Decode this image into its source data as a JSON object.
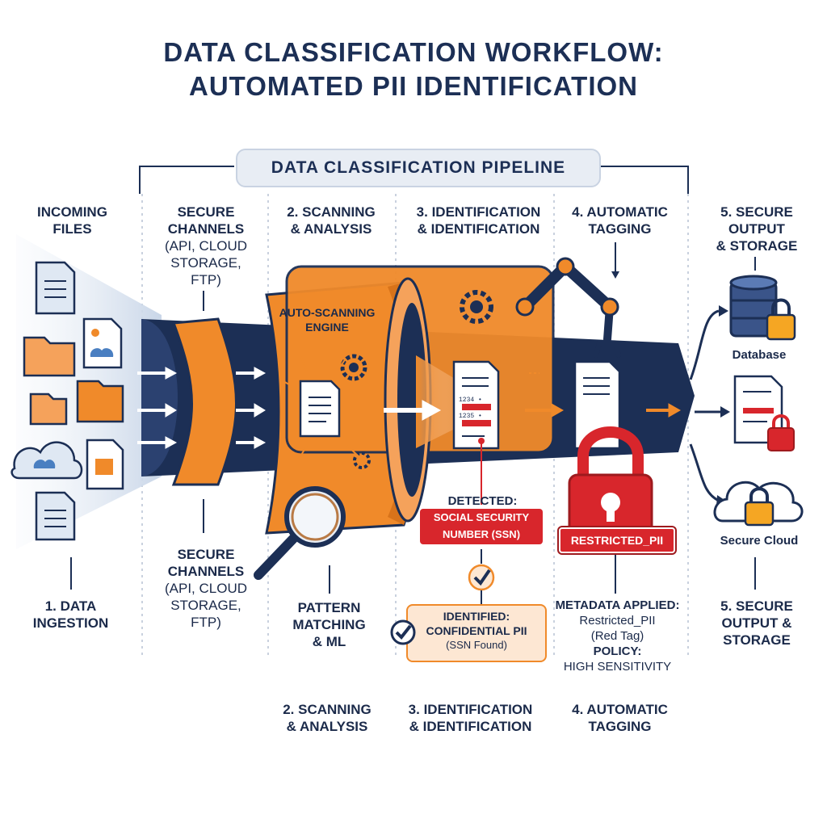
{
  "title": {
    "line1": "DATA CLASSIFICATION WORKFLOW:",
    "line2": "AUTOMATED PII IDENTIFICATION"
  },
  "pipeline_label": "DATA CLASSIFICATION PIPELINE",
  "top_labels": {
    "incoming": [
      "INCOMING",
      "FILES"
    ],
    "channels": [
      "SECURE",
      "CHANNELS"
    ],
    "channels_sub": [
      "(API, CLOUD",
      "STORAGE,",
      "FTP)"
    ],
    "scanning": [
      "2. SCANNING",
      "& ANALYSIS"
    ],
    "identification": [
      "3. IDENTIFICATION",
      "& IDENTIFICATION"
    ],
    "tagging": [
      "4. AUTOMATIC",
      "TAGGING"
    ],
    "output": [
      "5. SECURE",
      "OUTPUT",
      "& STORAGE"
    ]
  },
  "engine_label": [
    "AUTO-SCANNING",
    "ENGINE"
  ],
  "detected": {
    "heading": "DETECTED:",
    "value": [
      "SOCIAL SECURITY",
      "NUMBER (SSN)"
    ]
  },
  "identified": {
    "heading": "IDENTIFIED:",
    "value": "CONFIDENTIAL PII",
    "note": "(SSN Found)"
  },
  "restricted_tag": "RESTRICTED_PII",
  "metadata": {
    "heading": "METADATA APPLIED:",
    "value": "Restricted_PII",
    "note": "(Red Tag)",
    "policy_heading": "POLICY:",
    "policy_value": "HIGH SENSITIVITY"
  },
  "outputs": {
    "database": "Database",
    "cloud": "Secure Cloud"
  },
  "bottom_labels": {
    "ingestion": [
      "1. DATA",
      "INGESTION"
    ],
    "channels": [
      "SECURE",
      "CHANNELS"
    ],
    "channels_sub": [
      "(API, CLOUD",
      "STORAGE,",
      "FTP)"
    ],
    "pattern": [
      "PATTERN",
      "MATCHING",
      "& ML"
    ],
    "output": [
      "5. SECURE",
      "OUTPUT &",
      "STORAGE"
    ],
    "scanning": [
      "2. SCANNING",
      "& ANALYSIS"
    ],
    "identification": [
      "3. IDENTIFICATION",
      "& IDENTIFICATION"
    ],
    "tagging": [
      "4. AUTOMATIC",
      "TAGGING"
    ]
  },
  "doc_lines": [
    "1234 •",
    "1235 •"
  ],
  "colors": {
    "navy": "#1c2f55",
    "orange": "#f08a2a",
    "red": "#d8262c",
    "light_blue": "#dfe8f3"
  }
}
